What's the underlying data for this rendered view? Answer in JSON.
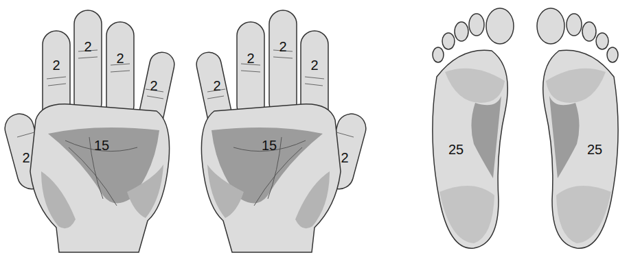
{
  "diagram": {
    "labels": [
      "2",
      "2",
      "2",
      "2",
      "2",
      "15",
      "2",
      "2",
      "2",
      "2",
      "15",
      "2",
      "25",
      "25"
    ]
  }
}
